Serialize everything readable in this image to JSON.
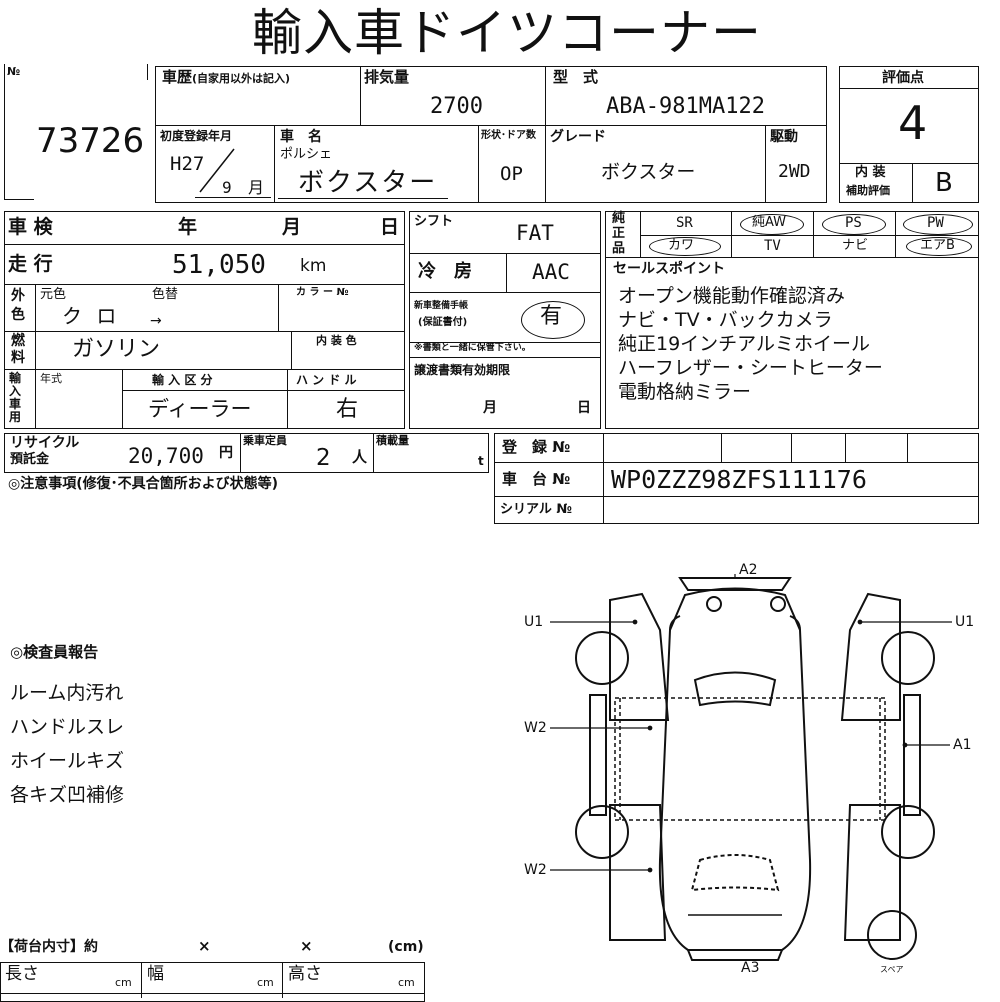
{
  "title": "輸入車ドイツコーナー",
  "lot": {
    "label": "№",
    "number": "73726"
  },
  "history": {
    "label": "車歴",
    "note": "(自家用以外は記入)"
  },
  "displacement": {
    "label": "排気量",
    "value": "2700"
  },
  "model": {
    "label": "型　式",
    "value": "ABA-981MA122"
  },
  "score": {
    "label": "評価点",
    "value": "4",
    "interior_label_1": "内 装",
    "interior_label_2": "補助評価",
    "interior_value": "B"
  },
  "first_reg": {
    "label": "初度登録年月",
    "era_year": "H27",
    "month": "9",
    "month_unit": "月"
  },
  "car_name": {
    "label": "車　名",
    "maker": "ポルシェ",
    "name": "ボクスター"
  },
  "body_doors": {
    "label": "形状･ドア数",
    "value": "OP"
  },
  "grade": {
    "label": "グレード",
    "value": "ボクスター"
  },
  "drive": {
    "label": "駆動",
    "value": "2WD"
  },
  "inspection": {
    "label": "車 検",
    "year": "年",
    "month": "月",
    "day": "日"
  },
  "mileage": {
    "label": "走 行",
    "value": "51,050",
    "unit": "km"
  },
  "color": {
    "label_1": "外",
    "label_2": "色",
    "orig_label": "元色",
    "orig_value": "ク ロ",
    "change_label": "色替",
    "arrow": "→",
    "code_label": "カ ラ ー №"
  },
  "fuel": {
    "label_1": "燃",
    "label_2": "料",
    "value": "ガソリン",
    "interior_color_label": "内 装 色"
  },
  "import": {
    "label_chars": [
      "輸",
      "入",
      "車",
      "用"
    ],
    "year_label": "年式",
    "category_label": "輸 入 区 分",
    "category_value": "ディーラー",
    "handle_label": "ハ ン ド ル",
    "handle_value": "右"
  },
  "shift": {
    "label": "シフト",
    "value": "FAT"
  },
  "ac": {
    "label": "冷　房",
    "value": "AAC"
  },
  "maintenance": {
    "label_1": "新車整備手帳",
    "label_2": "(保証書付)",
    "value": "有",
    "note": "※書類と一緒に保管下さい。"
  },
  "transfer": {
    "label": "譲渡書類有効期限",
    "month": "月",
    "day": "日"
  },
  "equipment": {
    "label_chars": [
      "純",
      "正",
      "品"
    ],
    "row1": [
      "SR",
      "純AW",
      "PS",
      "PW"
    ],
    "row2": [
      "カワ",
      "TV",
      "ナビ",
      "エアB"
    ]
  },
  "sales_points": {
    "label": "セールスポイント",
    "lines": [
      "オープン機能動作確認済み",
      "ナビ・TV・バックカメラ",
      "純正19インチアルミホイール",
      "ハーフレザー・シートヒーター",
      "電動格納ミラー"
    ]
  },
  "recycle": {
    "label_1": "リサイクル",
    "label_2": "預託金",
    "value": "20,700",
    "unit": "円"
  },
  "capacity": {
    "label": "乗車定員",
    "value": "2",
    "unit": "人"
  },
  "load": {
    "label": "積載量",
    "unit": "t"
  },
  "notes_label": "◎注意事項(修復･不具合箇所および状態等)",
  "registration": {
    "label": "登　録 №"
  },
  "chassis": {
    "label": "車　台 №",
    "value": "WP0ZZZ98ZFS111176"
  },
  "serial": {
    "label": "シリアル №"
  },
  "inspector": {
    "label": "◎検査員報告",
    "lines": [
      "ルーム内汚れ",
      "ハンドルスレ",
      "ホイールキズ",
      "各キズ凹補修"
    ]
  },
  "cargo": {
    "label": "【荷台内寸】約",
    "times1": "×",
    "times2": "×",
    "unit": "(cm)",
    "length": "長さ",
    "width": "幅",
    "height": "高さ",
    "cm": "cm"
  },
  "diagram": {
    "A2": "A2",
    "A3": "A3",
    "U1_left": "U1",
    "U1_right": "U1",
    "W2_upper": "W2",
    "W2_lower": "W2",
    "A1": "A1",
    "spare": "スペア"
  }
}
